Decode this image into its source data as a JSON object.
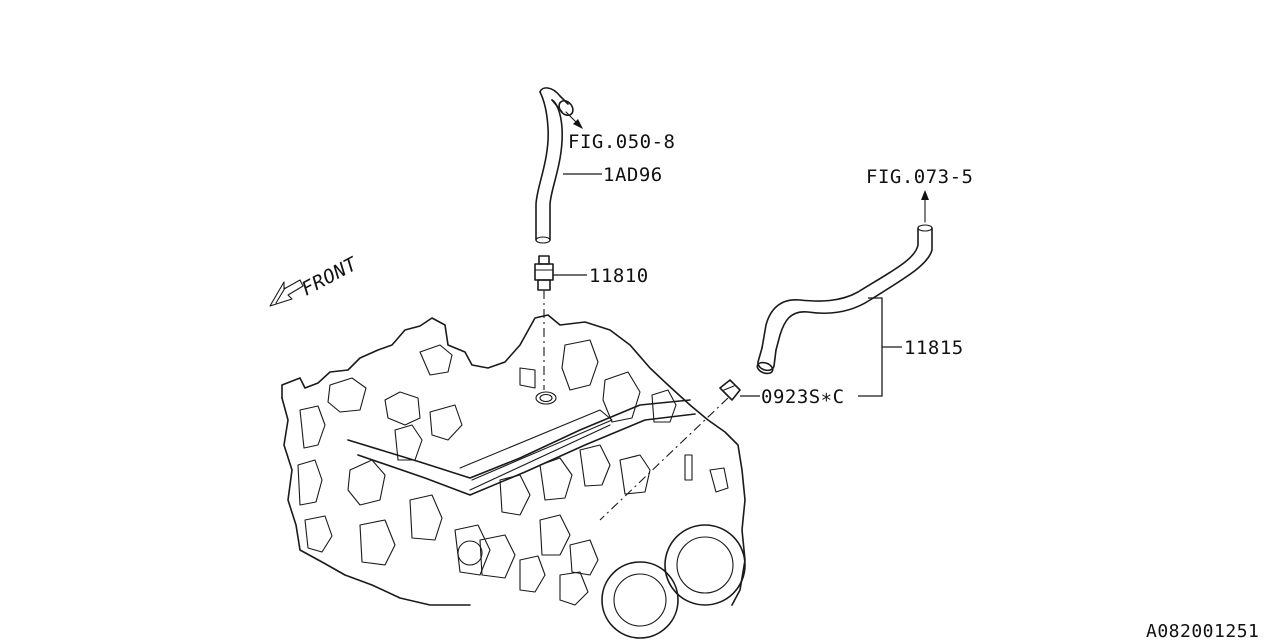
{
  "callouts": {
    "fig_upper": "FIG.050-8",
    "hose_upper": "1AD96",
    "pcv_valve": "11810",
    "fig_right": "FIG.073-5",
    "hose_right": "11815",
    "clamp": "0923S∗C"
  },
  "front_label": "FRONT",
  "diagram_code": "A082001251"
}
